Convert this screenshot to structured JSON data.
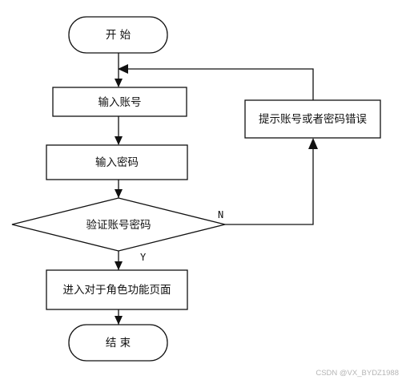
{
  "nodes": {
    "start": "开 始",
    "input_account": "输入账号",
    "input_password": "输入密码",
    "verify": "验证账号密码",
    "error_prompt": "提示账号或者密码错误",
    "enter_role": "进入对于角色功能页面",
    "end": "结 束"
  },
  "branches": {
    "no": "N",
    "yes": "Y"
  },
  "watermark": "CSDN @VX_BYDZ1988"
}
